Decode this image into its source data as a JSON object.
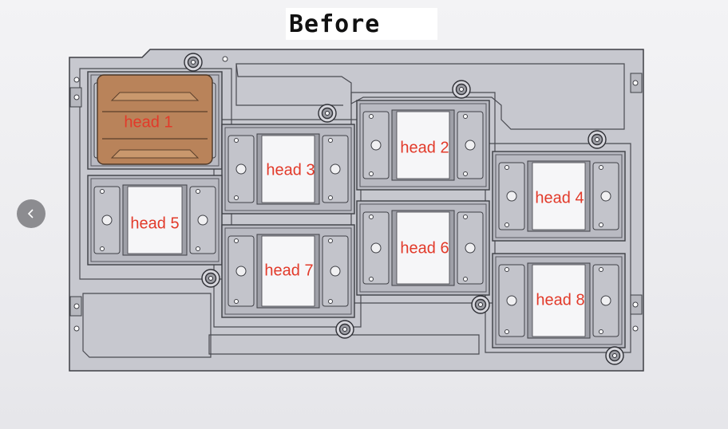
{
  "title": "Before",
  "nav": {
    "prev_icon": "chevron-left-icon"
  },
  "heads": [
    {
      "label": "head 1",
      "highlighted": true
    },
    {
      "label": "head 2"
    },
    {
      "label": "head 3"
    },
    {
      "label": "head 4"
    },
    {
      "label": "head 5"
    },
    {
      "label": "head 6"
    },
    {
      "label": "head 7"
    },
    {
      "label": "head 8"
    }
  ],
  "colors": {
    "plate": "#c7c8cf",
    "plate_stroke": "#3e3f45",
    "window": "#f6f6f8",
    "highlight": "#b9835a",
    "label": "#e23a2a"
  }
}
